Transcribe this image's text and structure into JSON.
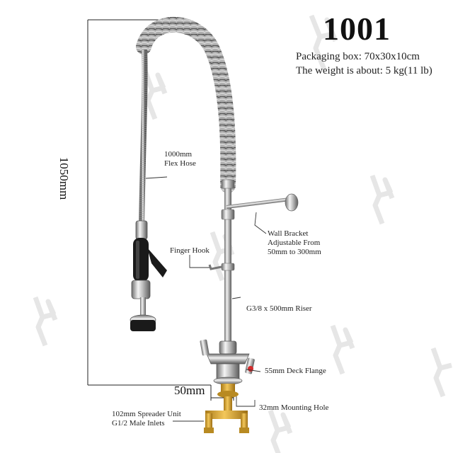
{
  "product": {
    "model": "1001",
    "packaging": "Packaging box: 70x30x10cm",
    "weight": "The weight is about: 5 kg(11 lb)"
  },
  "dimensions": {
    "height": "1050mm",
    "spacing": "50mm"
  },
  "labels": {
    "flex_hose": [
      "1000mm",
      "Flex Hose"
    ],
    "finger_hook": "Finger Hook",
    "wall_bracket": [
      "Wall Bracket",
      "Adjustable From",
      "50mm to 300mm"
    ],
    "riser": "G3/8  x 500mm Riser",
    "deck_flange": "55mm Deck Flange",
    "mounting_hole": "32mm Mounting Hole",
    "spreader": [
      "102mm Spreader Unit",
      "G1/2  Male Inlets"
    ]
  },
  "colors": {
    "chrome": "#c8c8c8",
    "chrome_dark": "#7a7a7a",
    "brass": "#d9a531",
    "handle_black": "#1a1a1a",
    "red_dot": "#d42a2a",
    "watermark": "#e9e9e9"
  }
}
